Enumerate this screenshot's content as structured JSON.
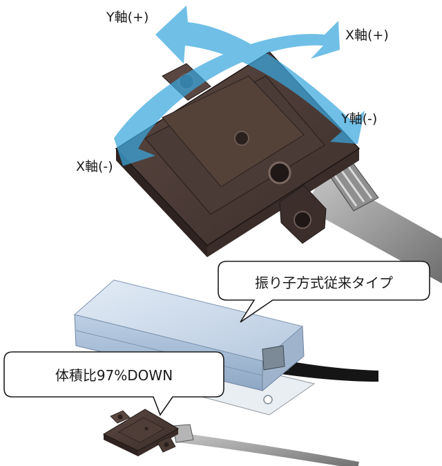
{
  "axis_labels": {
    "y_plus": "Y軸(+)",
    "x_plus": "X軸(+)",
    "y_minus": "Y軸(-)",
    "x_minus": "X軸(-)"
  },
  "callouts": {
    "conventional": "振り子方式従来タイプ",
    "volume_ratio": "体積比97%DOWN"
  },
  "colors": {
    "arrow_blue": "#3aa7df",
    "sensor_brown": "#4a3b36",
    "conventional_box": "#c9d8ea",
    "cable_gray": "#9a9a9a"
  }
}
